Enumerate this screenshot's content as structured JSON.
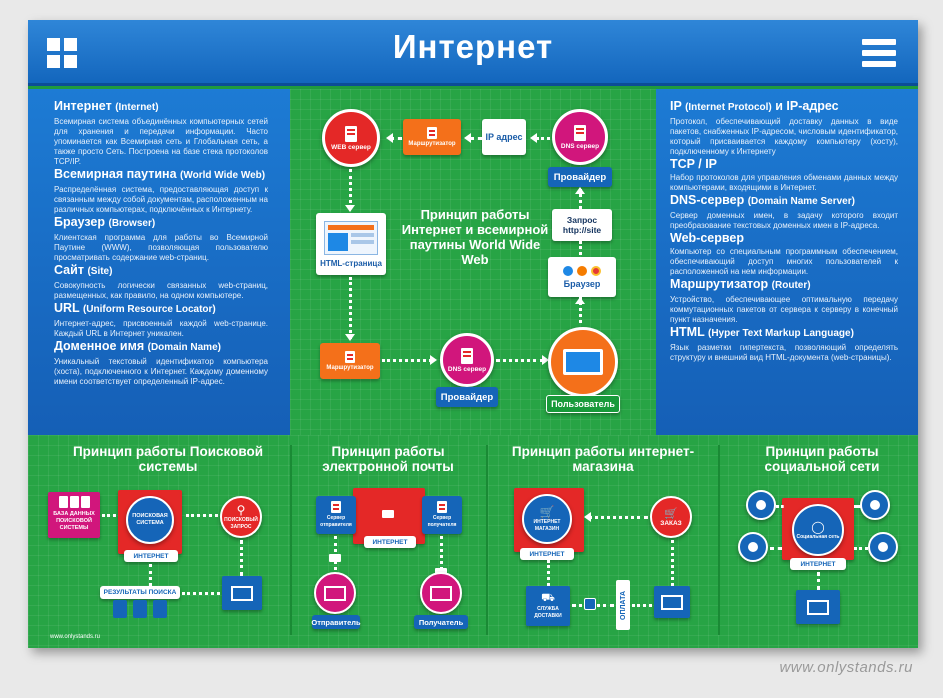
{
  "title": "Интернет",
  "left": [
    {
      "h": "Интернет",
      "sub": "(Internet)",
      "p": "Всемирная система объединённых компьютерных сетей для хранения и передачи информации. Часто упоминается как Всемирная сеть и Глобальная сеть, а также просто Сеть. Построена на базе стека протоколов TCP/IP."
    },
    {
      "h": "Всемирная паутина",
      "sub": "(World Wide Web)",
      "p": "Распределённая система, предоставляющая доступ к связанным между собой документам, расположенным на различных компьютерах, подключённых к Интернету."
    },
    {
      "h": "Браузер",
      "sub": "(Browser)",
      "p": "Клиентская программа для работы во Всемирной Паутине (WWW), позволяющая пользователю просматривать содержание web-страниц."
    },
    {
      "h": "Сайт",
      "sub": "(Site)",
      "p": "Совокупность логически связанных web-страниц, размещенных, как правило, на одном компьютере."
    },
    {
      "h": "URL",
      "sub": "(Uniform Resource Locator)",
      "p": "Интернет-адрес, присвоенный каждой web-странице. Каждый URL в Интернет уникален."
    },
    {
      "h": "Доменное имя",
      "sub": "(Domain Name)",
      "p": "Уникальный текстовый идентификатор компьютера (хоста), подключенного к Интернет. Каждому доменному имени соответствует определенный IP-адрес."
    }
  ],
  "right": [
    {
      "h": "IP",
      "sub": "(Internet Protocol)",
      "h2": "и IP-адрес",
      "p": "Протокол, обеспечивающий доставку данных в виде пакетов, снабженных IP-адресом, числовым идентификатор, который присваивается каждому компьютеру (хосту), подключенному к Интернету"
    },
    {
      "h": "TCP / IP",
      "sub": "",
      "h2": "",
      "p": "Набор протоколов для управления обменами данных между компьютерами, входящими в Интернет."
    },
    {
      "h": "DNS-сервер",
      "sub": "(Domain Name Server)",
      "h2": "",
      "p": "Сервер доменных имен, в задачу которого входит преобразование текстовых доменных имен в IP-адреса."
    },
    {
      "h": "Web-сервер",
      "sub": "",
      "h2": "",
      "p": "Компьютер со специальным программным обеспечением, обеспечивающий доступ многих пользователей к расположенной на нем информации."
    },
    {
      "h": "Маршрутизатор",
      "sub": "(Router)",
      "h2": "",
      "p": "Устройство, обеспечивающее оптимальную передачу коммутационных пакетов от сервера к серверу в конечный пункт назначения."
    },
    {
      "h": "HTML",
      "sub": "(Hyper Text Markup Language)",
      "h2": "",
      "p": "Язык разметки гипертекста, позволяющий определять структуру и внешний вид HTML-документа (web-страницы)."
    }
  ],
  "center": {
    "title": "Принцип работы Интернет и всемирной паутины World Wide Web",
    "web_server": "WEB сервер",
    "router": "Маршрутизатор",
    "ip": "IP адрес",
    "dns": "DNS сервер",
    "provider": "Провайдер",
    "request": "Запрос http://site",
    "browser": "Браузер",
    "html_page": "HTML-страница",
    "router2": "Маршрутизатор",
    "dns2": "DNS сервер",
    "provider2": "Провайдер",
    "user": "Пользователь"
  },
  "search": {
    "title": "Принцип работы Поисковой системы",
    "db": "БАЗА ДАННЫХ ПОИСКОВОЙ СИСТЕМЫ",
    "engine": "ПОИСКОВАЯ СИСТЕМА",
    "internet": "ИНТЕРНЕТ",
    "query": "ПОИСКОВЫЙ ЗАПРОС",
    "results": "РЕЗУЛЬТАТЫ ПОИСКА"
  },
  "mail": {
    "title": "Принцип работы электронной почты",
    "sender_server": "Сервер отправителя",
    "recipient_server": "Сервер получателя",
    "internet": "ИНТЕРНЕТ",
    "sender": "Отправитель",
    "recipient": "Получатель"
  },
  "shop": {
    "title": "Принцип работы интернет-магазина",
    "store": "ИНТЕРНЕТ МАГАЗИН",
    "order": "ЗАКАЗ",
    "internet": "ИНТЕРНЕТ",
    "delivery": "СЛУЖБА ДОСТАВКИ",
    "payment": "ОПЛАТА"
  },
  "social": {
    "title": "Принцип работы социальной сети",
    "network": "Социальная сеть",
    "internet": "ИНТЕРНЕТ"
  },
  "footer": "www.onlystands.ru",
  "watermark": "www.onlystands.ru"
}
